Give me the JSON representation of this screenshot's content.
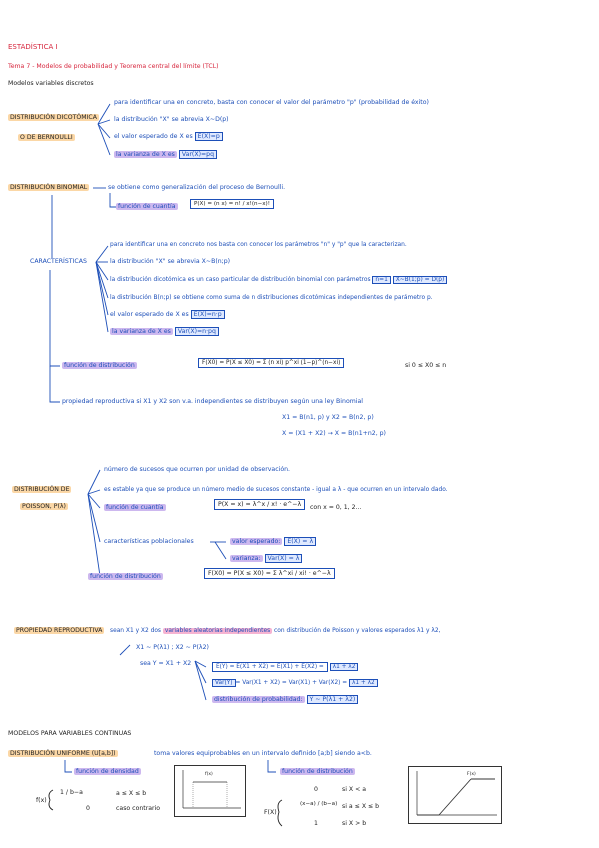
{
  "header": {
    "title": "ESTADÍSTICA I",
    "topic": "Tema 7 - Modelos de probabilidad y Teorema central del límite (TCL)",
    "section1": "Modelos variables discretos"
  },
  "bernoulli": {
    "label1": "DISTRIBUCIÓN DICOTÓMICA",
    "label2": "O DE BERNOULLI",
    "l1": "para identificar una en concreto, basta con conocer el valor del parámetro \"p\" (probabilidad de éxito)",
    "l1_hl": "(PROBABILIDAD DE ÉXITO)",
    "l2": "la distribución \"X\" se abrevia X~D(p)",
    "l3a": "el valor esperado de X es",
    "l3b": "E(X)=p",
    "l4a": "la varianza de X es",
    "l4b": "Var(X)=pq"
  },
  "binomial": {
    "label": "DISTRIBUCIÓN BINOMIAL",
    "l1": "se obtiene como generalización del proceso de Bernoulli.",
    "cuantia_label": "función de cuantía",
    "cuantia_formula": "P(X) = (n x) = n! / x!(n−x)!"
  },
  "caracteristicas": {
    "label": "CARACTERÍSTICAS",
    "l1": "para identificar una en concreto nos basta con conocer los parámetros \"n\" y \"p\" que la caracterizan.",
    "l2": "la distribución \"X\" se abrevia X~B(n;p)",
    "l3a": "la distribución dicotómica es un caso particular de distribución binomial con parámetros",
    "l3b": "n=1",
    "l3c": "X~B(1;p) = D(p)",
    "l4": "la distribución B(n;p) se obtiene como suma de n distribuciones dicotómicas independientes de parámetro p.",
    "l5a": "el valor esperado de X es",
    "l5b": "E(X)=n·p",
    "l6a": "la varianza de X es",
    "l6b": "Var(X)=n·pq",
    "dist_label": "función de distribución",
    "dist_formula": "F(X0) = P(X ≤ X0) = Σ (n xi) p^xi (1−p)^(n−xi)",
    "dist_cond": "si 0 ≤ X0 ≤ n"
  },
  "reproductiva": {
    "label": "propiedad reproductiva",
    "l1": "si X1 y X2 son v.a. independientes se distribuyen según una ley Binomial",
    "l2": "X1 = B(n1, p)  y  X2 = B(n2, p)",
    "l3": "X = (X1 + X2) → X = B(n1+n2, p)"
  },
  "poisson": {
    "label1": "DISTRIBUCIÓN DE",
    "label2": "POISSON, P(λ)",
    "l1": "número de sucesos que ocurren por unidad de observación.",
    "l2": "es estable ya que se produce un número medio de sucesos constante - igual a λ - que ocurren en un intervalo dado.",
    "cuantia_label": "función de cuantía",
    "cuantia_formula": "P(X = x) = λ^x / x! · e^−λ",
    "cuantia_cond": "con x = 0, 1, 2...",
    "carac_label": "características poblacionales",
    "esp_label": "valor esperado:",
    "esp_val": "E(X) = λ",
    "var_label": "varianza:",
    "var_val": "Var(X) = λ",
    "dist_label": "función de distribución",
    "dist_formula": "F(X0) = P(X ≤ X0) = Σ λ^xi / xi! · e^−λ"
  },
  "poisson_repro": {
    "label": "PROPIEDAD REPRODUCTIVA",
    "l1a": "sean X1 y X2 dos",
    "l1b": "variables aleatorias independientes",
    "l1c": "con distribución de Poisson y valores esperados λ1 y λ2,",
    "l2": "X1 ~ P(λ1) ; X2 ~ P(λ2)",
    "l3": "sea Y = X1 + X2",
    "e1": "E(Y) = E(X1 + X2) = E(X1) + E(X2) =",
    "e1b": "λ1 + λ2",
    "e2a": "Var(Y)",
    "e2": "= Var(X1 + X2) = Var(X1) + Var(X2) =",
    "e2b": "λ1 + λ2",
    "e3a": "distribución de probabilidad:",
    "e3b": "Y ~ P(λ1 + λ2)"
  },
  "continuas": {
    "section": "MODELOS PARA VARIABLES CONTINUAS",
    "label": "DISTRIBUCIÓN UNIFORME (U[a,b])",
    "l1": "toma valores equiprobables en un intervalo definido [a;b] siendo a<b.",
    "dens_label": "función de densidad",
    "dens_f": "f(x)",
    "dens_c1": "1 / b−a",
    "dens_c1_cond": "a ≤ X ≤ b",
    "dens_c2": "0",
    "dens_c2_cond": "caso contrario",
    "dist_label": "función de distribución",
    "dist_F": "F(X)",
    "dist_c1": "0",
    "dist_c1_cond": "si X < a",
    "dist_c2": "(x−a) / (b−a)",
    "dist_c2_cond": "si a ≤ X ≤ b",
    "dist_c3": "1",
    "dist_c3_cond": "si X > b",
    "graph1_label": "f(x)",
    "graph2_label": "F(x)"
  }
}
